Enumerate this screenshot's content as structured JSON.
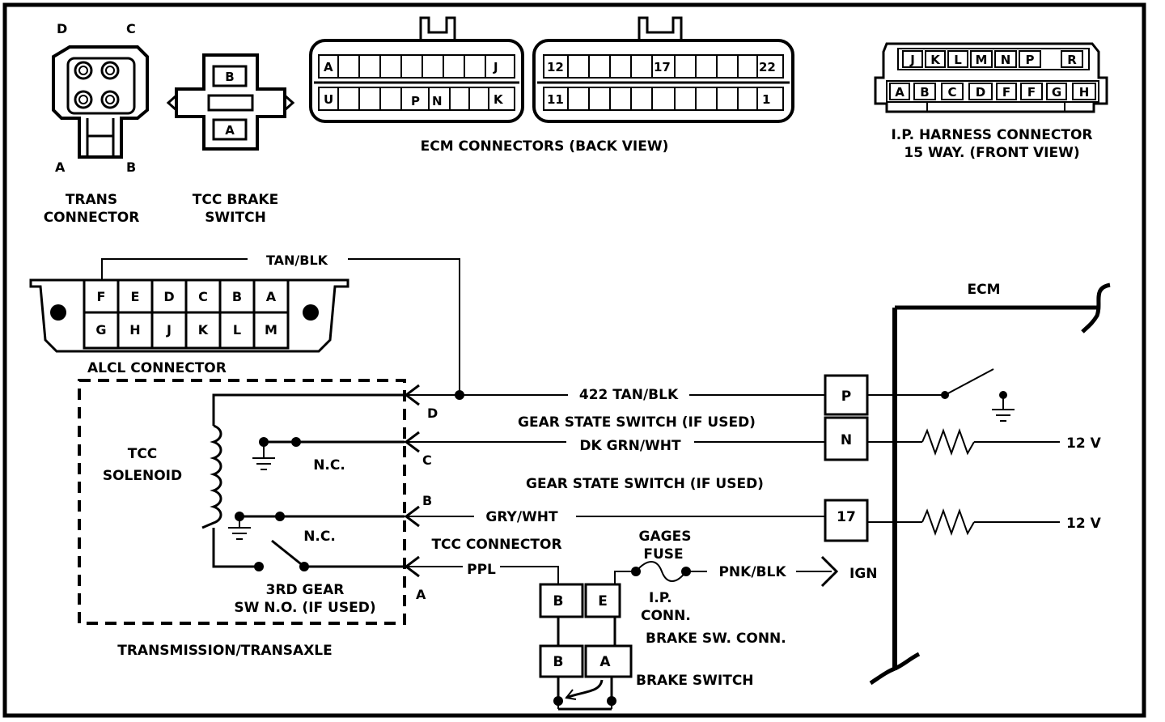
{
  "components": {
    "trans_connector": {
      "label_line1": "TRANS",
      "label_line2": "CONNECTOR",
      "pins": [
        "D",
        "C",
        "A",
        "B"
      ]
    },
    "tcc_brake_switch": {
      "label_line1": "TCC BRAKE",
      "label_line2": "SWITCH",
      "pins": [
        "B",
        "A"
      ]
    },
    "ecm_connectors": {
      "label": "ECM CONNECTORS (BACK VIEW)",
      "left_top": [
        "A",
        "J"
      ],
      "left_bottom": [
        "U",
        "P",
        "N",
        "K"
      ],
      "right_top": [
        "12",
        "17",
        "22"
      ],
      "right_bottom": [
        "11",
        "1"
      ]
    },
    "ip_harness": {
      "label_line1": "I.P. HARNESS CONNECTOR",
      "label_line2": "15 WAY. (FRONT VIEW)",
      "top_pins": [
        "J",
        "K",
        "L",
        "M",
        "N",
        "P",
        "R"
      ],
      "bottom_pins": [
        "A",
        "B",
        "C",
        "D",
        "F",
        "F",
        "G",
        "H"
      ]
    },
    "alcl": {
      "label": "ALCL CONNECTOR",
      "top_pins": [
        "F",
        "E",
        "D",
        "C",
        "B",
        "A"
      ],
      "bottom_pins": [
        "G",
        "H",
        "J",
        "K",
        "L",
        "M"
      ]
    }
  },
  "schematic": {
    "ecm_label": "ECM",
    "wire_tan_blk": "TAN/BLK",
    "wire_422": "422 TAN/BLK",
    "gear_switch_1": "GEAR STATE SWITCH (IF USED)",
    "wire_dk_grn": "DK GRN/WHT",
    "gear_switch_2": "GEAR STATE SWITCH (IF USED)",
    "wire_gry": "GRY/WHT",
    "tcc_connector": "TCC CONNECTOR",
    "wire_ppl": "PPL",
    "gages_fuse_1": "GAGES",
    "gages_fuse_2": "FUSE",
    "wire_pnk": "PNK/BLK",
    "ign": "IGN",
    "ip_conn_1": "I.P.",
    "ip_conn_2": "CONN.",
    "brake_sw_conn": "BRAKE SW. CONN.",
    "brake_switch": "BRAKE SWITCH",
    "tcc_solenoid_1": "TCC",
    "tcc_solenoid_2": "SOLENOID",
    "nc_1": "N.C.",
    "nc_2": "N.C.",
    "third_gear_1": "3RD GEAR",
    "third_gear_2": "SW N.O. (IF USED)",
    "transmission": "TRANSMISSION/TRANSAXLE",
    "pin_d": "D",
    "pin_c": "C",
    "pin_b": "B",
    "pin_a": "A",
    "ecm_pin_p": "P",
    "ecm_pin_n": "N",
    "ecm_pin_17": "17",
    "volt_1": "12 V",
    "volt_2": "12 V",
    "conn_b_upper": "B",
    "conn_e_upper": "E",
    "conn_b_lower": "B",
    "conn_a_lower": "A"
  }
}
